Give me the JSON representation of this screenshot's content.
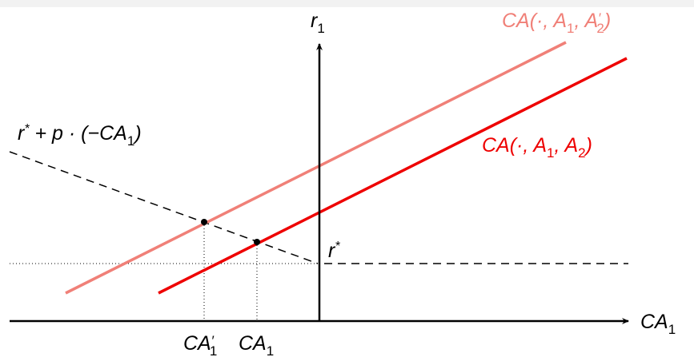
{
  "colors": {
    "curve_original": "#ee0000",
    "curve_shifted": "#f08078",
    "axis": "#000000"
  },
  "axes": {
    "y_label": {
      "base": "r",
      "sub": "1"
    },
    "x_label": {
      "base": "CA",
      "sub": "1"
    }
  },
  "curves": {
    "shifted": {
      "pre": "CA(·, ",
      "a1": "A",
      "a1_sub": "1",
      "sep": ", ",
      "a2": "A",
      "a2_prime": "′",
      "a2_sub": "2",
      "post": ")"
    },
    "original": {
      "pre": "CA(·, ",
      "a1": "A",
      "a1_sub": "1",
      "sep": ", ",
      "a2": "A",
      "a2_sub": "2",
      "post": ")"
    },
    "supply": {
      "r": "r",
      "star": "*",
      "mid": " + p · (−",
      "ca": "CA",
      "ca_sub": "1",
      "post": ")"
    }
  },
  "markers": {
    "r_star": {
      "r": "r",
      "star": "*"
    },
    "ca1_prime": {
      "base": "CA",
      "prime": "′",
      "sub": "1"
    },
    "ca1": {
      "base": "CA",
      "sub": "1"
    }
  }
}
